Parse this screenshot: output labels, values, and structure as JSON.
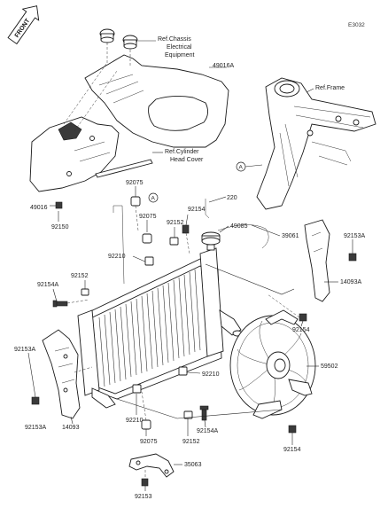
{
  "diagram_code": "E3032",
  "front_label": "FRONT",
  "refs": {
    "chassis_electrical": [
      "Ref.Chassis",
      "Electrical",
      "Equipment"
    ],
    "frame": "Ref.Frame",
    "cylinder_head_cover": [
      "Ref.Cylinder",
      "Head Cover"
    ]
  },
  "callout_letter": "A",
  "parts": {
    "p49016A": "49016A",
    "p49016": "49016",
    "p92150": "92150",
    "p92075_a": "92075",
    "p92075_b": "92075",
    "p92075_c": "92075",
    "p220": "220",
    "p92154_a": "92154",
    "p49085": "49085",
    "p39061": "39061",
    "p92153A_right": "92153A",
    "p92152_a": "92152",
    "p92210_a": "92210",
    "p92152_b": "92152",
    "p92154A_a": "92154A",
    "p14093A": "14093A",
    "p92154_b": "92154",
    "p59502": "59502",
    "p92210_b": "92210",
    "p92153A_left": "92153A",
    "p14093": "14093",
    "p92210_c": "92210",
    "p92152_c": "92152",
    "p92154A_b": "92154A",
    "p92154_c": "92154",
    "p35063": "35063",
    "p92153": "92153"
  }
}
